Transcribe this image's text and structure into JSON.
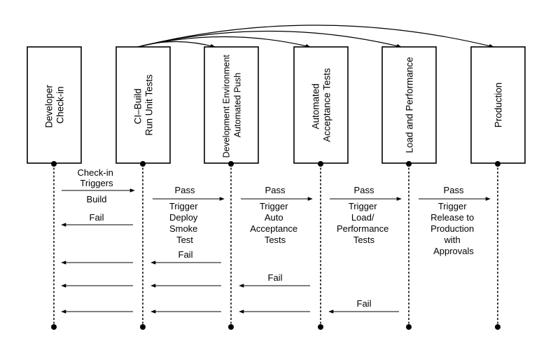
{
  "stages": [
    {
      "lines": [
        "Developer",
        "Check-in"
      ]
    },
    {
      "lines": [
        "CI–Build",
        "Run Unit Tests"
      ]
    },
    {
      "lines": [
        "Development Environment",
        "Automated Push"
      ]
    },
    {
      "lines": [
        "Automated",
        "Acceptance Tests"
      ]
    },
    {
      "lines": [
        "Load and Performance"
      ]
    },
    {
      "lines": [
        "Production"
      ]
    }
  ],
  "messages": {
    "checkin": [
      "Check-in",
      "Triggers"
    ],
    "build": "Build",
    "fail": "Fail",
    "pass": "Pass",
    "deploy": [
      "Trigger",
      "Deploy",
      "Smoke",
      "Test"
    ],
    "acceptance": [
      "Trigger",
      "Auto",
      "Acceptance",
      "Tests"
    ],
    "performance": [
      "Trigger",
      "Load/",
      "Performance",
      "Tests"
    ],
    "release": [
      "Trigger",
      "Release to",
      "Production",
      "with",
      "Approvals"
    ]
  },
  "colors": {
    "stroke": "#000000",
    "background": "#ffffff"
  }
}
